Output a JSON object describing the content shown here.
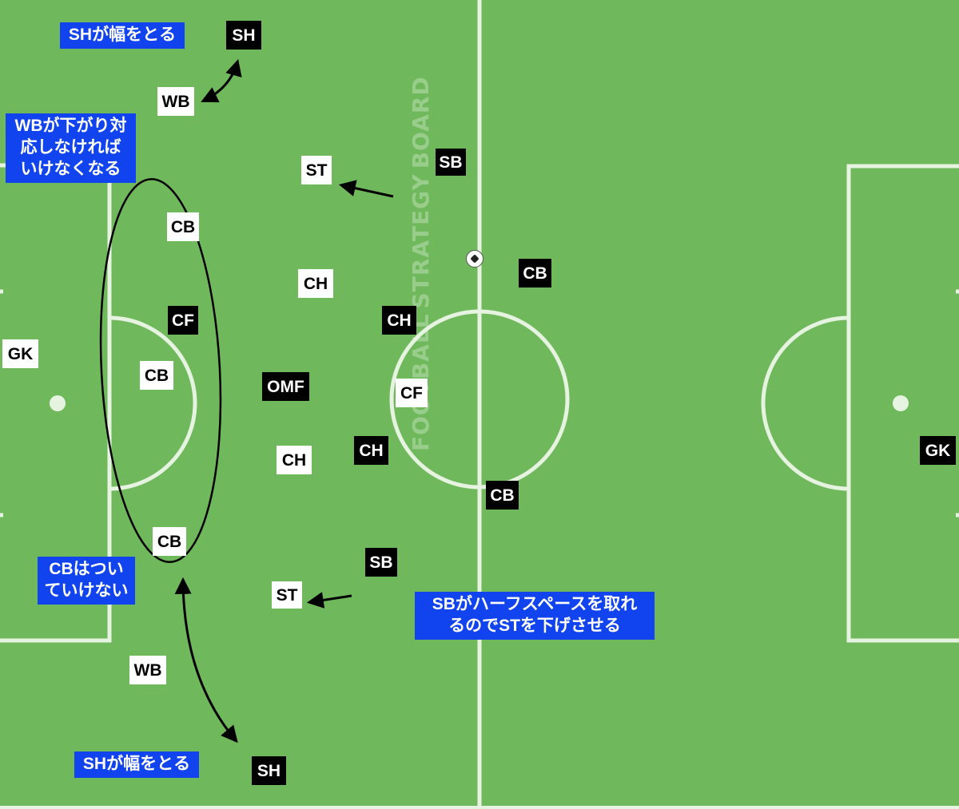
{
  "markers": [
    {
      "id": "sh-top-black",
      "label": "SH",
      "team": "black"
    },
    {
      "id": "wb-top-white",
      "label": "WB",
      "team": "white"
    },
    {
      "id": "st-top-white",
      "label": "ST",
      "team": "white"
    },
    {
      "id": "sb-top-black",
      "label": "SB",
      "team": "black"
    },
    {
      "id": "cb-top-white",
      "label": "CB",
      "team": "white"
    },
    {
      "id": "cb-right-black",
      "label": "CB",
      "team": "black"
    },
    {
      "id": "ch-top-white",
      "label": "CH",
      "team": "white"
    },
    {
      "id": "cf-black",
      "label": "CF",
      "team": "black"
    },
    {
      "id": "ch-top-black",
      "label": "CH",
      "team": "black"
    },
    {
      "id": "gk-left-white",
      "label": "GK",
      "team": "white"
    },
    {
      "id": "cb-mid-white",
      "label": "CB",
      "team": "white"
    },
    {
      "id": "omf-black",
      "label": "OMF",
      "team": "black"
    },
    {
      "id": "cf-white",
      "label": "CF",
      "team": "white"
    },
    {
      "id": "gk-right-black",
      "label": "GK",
      "team": "black"
    },
    {
      "id": "ch-bottom-black",
      "label": "CH",
      "team": "black"
    },
    {
      "id": "ch-bottom-white",
      "label": "CH",
      "team": "white"
    },
    {
      "id": "cb-bottom-black",
      "label": "CB",
      "team": "black"
    },
    {
      "id": "cb-bottom-white",
      "label": "CB",
      "team": "white"
    },
    {
      "id": "sb-bottom-black",
      "label": "SB",
      "team": "black"
    },
    {
      "id": "st-bottom-white",
      "label": "ST",
      "team": "white"
    },
    {
      "id": "wb-bottom-white",
      "label": "WB",
      "team": "white"
    },
    {
      "id": "sh-bottom-black",
      "label": "SH",
      "team": "black"
    }
  ],
  "notes": {
    "sh_width_top": "SHが幅をとる",
    "wb_drop": "WBが下がり対\n応しなければ\nいけなくなる",
    "cb_cannot_follow": "CBはつい\nていけない",
    "sb_halfspace": "SBがハーフスペースを取れ\nるのでSTを下げさせる",
    "sh_width_bottom": "SHが幅をとる"
  },
  "watermark": {
    "line1": "FOOTBALL",
    "line2": "STRATEGY",
    "line3": "BOARD"
  },
  "colors": {
    "pitch": "#6fb85b",
    "lines": "#e6f3e0",
    "note_bg": "#1144ee",
    "team_white": "#ffffff",
    "team_black": "#000000"
  }
}
